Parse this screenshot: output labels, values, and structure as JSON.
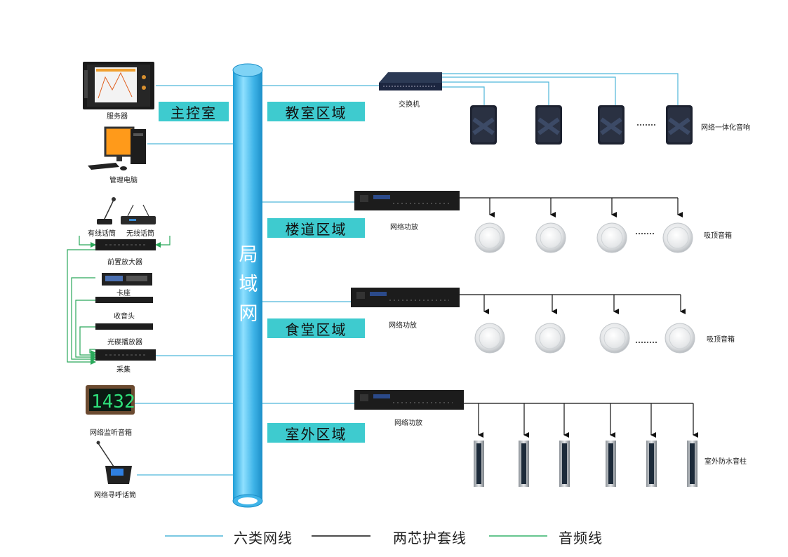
{
  "backbone": {
    "label_chars": [
      "局",
      "域",
      "网"
    ]
  },
  "zones": {
    "control_room": "主控室",
    "classroom": "教室区域",
    "corridor": "楼道区域",
    "canteen": "食堂区域",
    "outdoor": "室外区域"
  },
  "devices": {
    "server": "服务器",
    "admin_pc": "管理电脑",
    "wired_mic": "有线话筒",
    "wireless_mic": "无线话筒",
    "preamp": "前置放大器",
    "cassette": "卡座",
    "tuner": "收音头",
    "cd_player": "光碟播放器",
    "capture": "采集",
    "monitor_speaker": "网络监听音箱",
    "paging_mic": "网络寻呼话筒",
    "switch": "交换机",
    "network_amp_corridor": "网络功放",
    "network_amp_canteen": "网络功放",
    "network_amp_outdoor": "网络功放"
  },
  "speakers": {
    "classroom": "网络一体化音响",
    "corridor": "吸顶音箱",
    "canteen": "吸顶音箱",
    "outdoor": "室外防水音柱"
  },
  "monitor_display": "1432",
  "legend": {
    "cat6": "六类网线",
    "two_core": "两芯护套线",
    "audio": "音频线"
  },
  "colors": {
    "cat6_line": "#4fb6d9",
    "two_core_line": "#111111",
    "audio_line": "#34b36a",
    "zone_fill": "#3ecbcf",
    "backbone_fill": "#3fb4e8"
  },
  "icons": [
    "server-rack-icon",
    "desktop-pc-icon",
    "microphone-icon",
    "amplifier-icon",
    "ceiling-speaker-icon",
    "column-speaker-icon",
    "wall-speaker-icon",
    "network-switch-icon"
  ]
}
